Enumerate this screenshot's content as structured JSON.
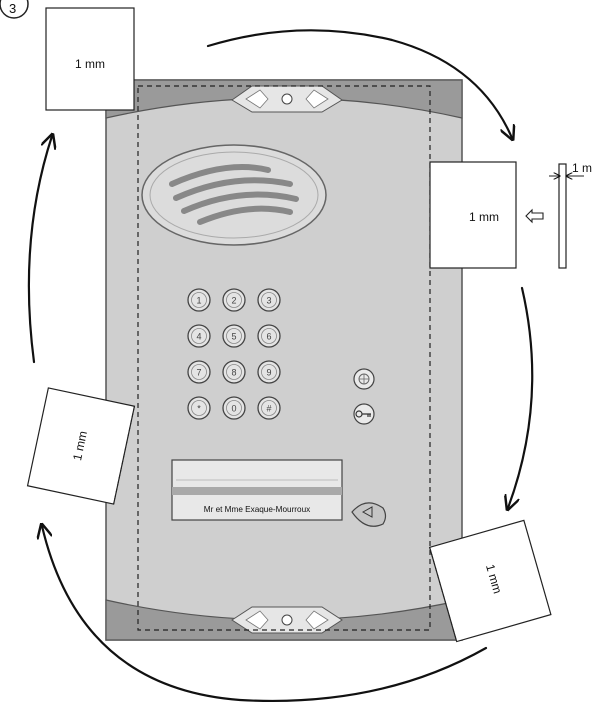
{
  "diagram": {
    "step_number": "3",
    "tape_labels": {
      "top_left": "1 mm",
      "right_middle": "1 mm",
      "left_middle": "1 mm",
      "bottom_right": "1 mm"
    },
    "thickness_label": "1 m",
    "nameplate_text": "Mr et Mme Exaque-Mourroux",
    "keypad_keys": [
      "1",
      "2",
      "3",
      "4",
      "5",
      "6",
      "7",
      "8",
      "9",
      "*",
      "0",
      "#"
    ],
    "side_buttons": [
      "bell-button",
      "key-button"
    ]
  }
}
